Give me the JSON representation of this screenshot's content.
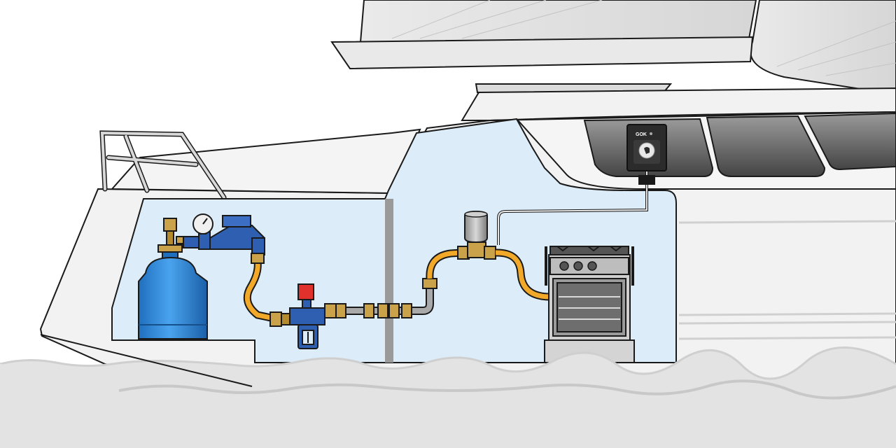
{
  "diagram": {
    "control_panel": {
      "brand_text": "GOK"
    },
    "colors": {
      "sky": "#ffffff",
      "hull": "#f2f2f2",
      "hull_line": "#1a1a1a",
      "compartment": "#dcecf8",
      "water": "#e3e3e3",
      "water_line": "#c8c8c8",
      "cylinder": "#2e87d6",
      "regulator": "#2f5fb0",
      "brass": "#c9a24a",
      "orange_hose": "#f2a92a",
      "steel_pipe": "#a9a9a9",
      "valve_red": "#e0312d",
      "stove": "#cfcfcf",
      "panel": "#2b2b2b"
    },
    "components": [
      {
        "id": "gas-cylinder",
        "icon": "gas-cylinder-icon"
      },
      {
        "id": "pressure-regulator",
        "icon": "regulator-icon"
      },
      {
        "id": "pressure-gauge",
        "icon": "gauge-icon"
      },
      {
        "id": "shutoff-valve",
        "icon": "shutoff-valve-icon"
      },
      {
        "id": "solenoid-valve",
        "icon": "solenoid-valve-icon"
      },
      {
        "id": "stove",
        "icon": "stove-icon"
      },
      {
        "id": "remote-control-panel",
        "icon": "control-panel-icon"
      }
    ]
  }
}
